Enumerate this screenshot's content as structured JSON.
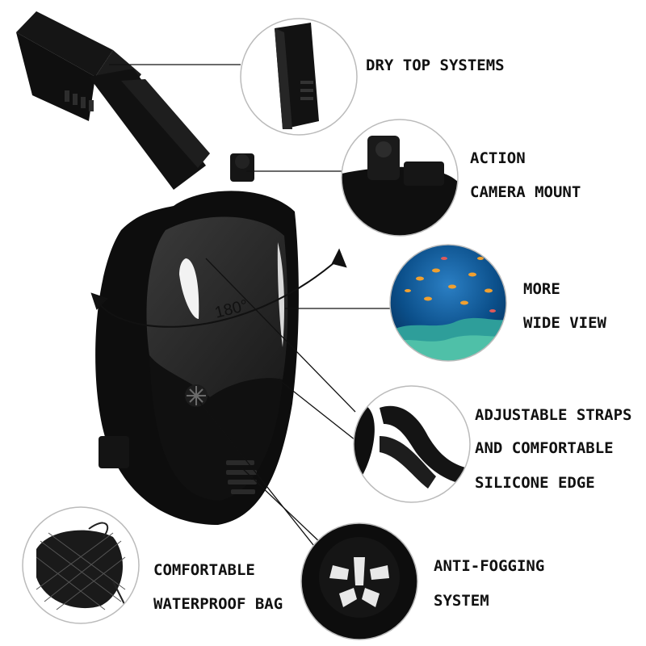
{
  "features": {
    "dry_top": {
      "line1": "DRY TOP SYSTEMS"
    },
    "camera_mount": {
      "line1": "ACTION",
      "line2": "CAMERA MOUNT"
    },
    "wide_view": {
      "line1": "MORE",
      "line2": "WIDE VIEW"
    },
    "straps": {
      "line1": "ADJUSTABLE STRAPS",
      "line2": "AND COMFORTABLE",
      "line3": "SILICONE EDGE"
    },
    "bag": {
      "line1": "COMFORTABLE",
      "line2": "WATERPROOF BAG"
    },
    "anti_fog": {
      "line1": "ANTI-FOGGING",
      "line2": "SYSTEM"
    }
  },
  "view_angle": "180°",
  "colors": {
    "mask_body": "#0d0d0d",
    "lens": "#2a2a2a",
    "highlight": "#f2f2f2",
    "circle_border": "#bbbbbb",
    "ocean": "#0b4f8a",
    "reef": "#2e9e9a"
  }
}
